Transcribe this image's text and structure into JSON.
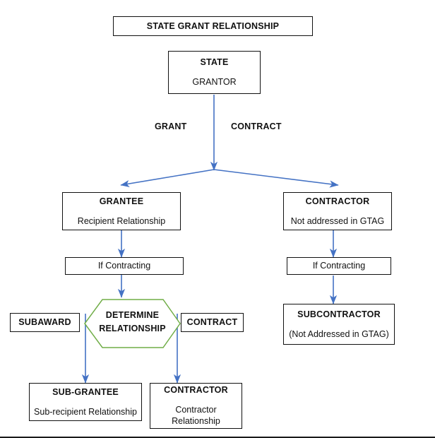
{
  "diagram": {
    "title": "STATE GRANT RELATIONSHIP",
    "accent_blue": "#4472C4",
    "accent_green": "#70AD47",
    "outline_black": "#111111",
    "nodes": {
      "state": {
        "heading": "STATE",
        "sub": "GRANTOR"
      },
      "grantee": {
        "heading": "GRANTEE",
        "sub": "Recipient Relationship"
      },
      "contractor_top": {
        "heading": "CONTRACTOR",
        "sub": "Not addressed in GTAG"
      },
      "if_contracting_left": {
        "text": "If Contracting"
      },
      "if_contracting_right": {
        "text": "If Contracting"
      },
      "determine": {
        "line1": "DETERMINE",
        "line2": "RELATIONSHIP"
      },
      "subaward": {
        "text": "SUBAWARD"
      },
      "contract_tag": {
        "text": "CONTRACT"
      },
      "subcontractor": {
        "heading": "SUBCONTRACTOR",
        "sub": "(Not Addressed in GTAG)"
      },
      "sub_grantee": {
        "heading": "SUB-GRANTEE",
        "sub": "Sub-recipient Relationship"
      },
      "contractor_bottom": {
        "heading": "CONTRACTOR",
        "sub_line1": "Contractor",
        "sub_line2": "Relationship"
      }
    },
    "edge_labels": {
      "grant": "GRANT",
      "contract": "CONTRACT"
    }
  }
}
